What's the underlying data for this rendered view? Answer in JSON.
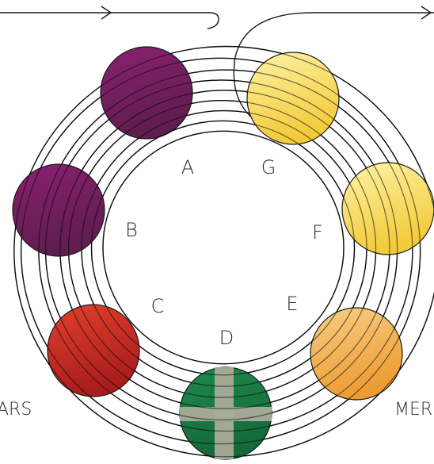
{
  "diagram": {
    "stations": [
      {
        "letter": "A",
        "color_top": "#8a2070",
        "color_bottom": "#5e1e4e"
      },
      {
        "letter": "B",
        "color_top": "#8a2070",
        "color_bottom": "#5e1e4e"
      },
      {
        "letter": "C",
        "color_top": "#e2402b",
        "color_bottom": "#a81d1d"
      },
      {
        "letter": "D",
        "color_top": "#1f8a4c",
        "color_bottom": "#13693a"
      },
      {
        "letter": "E",
        "color_top": "#f7cf86",
        "color_bottom": "#ec9c32"
      },
      {
        "letter": "F",
        "color_top": "#fff2a6",
        "color_bottom": "#f2cb39"
      },
      {
        "letter": "G",
        "color_top": "#fff2a6",
        "color_bottom": "#f2cb39"
      }
    ],
    "left_label": "ARS",
    "right_label": "MER",
    "cross_color": "#a9ab98",
    "line_color": "#1a1a1a"
  }
}
